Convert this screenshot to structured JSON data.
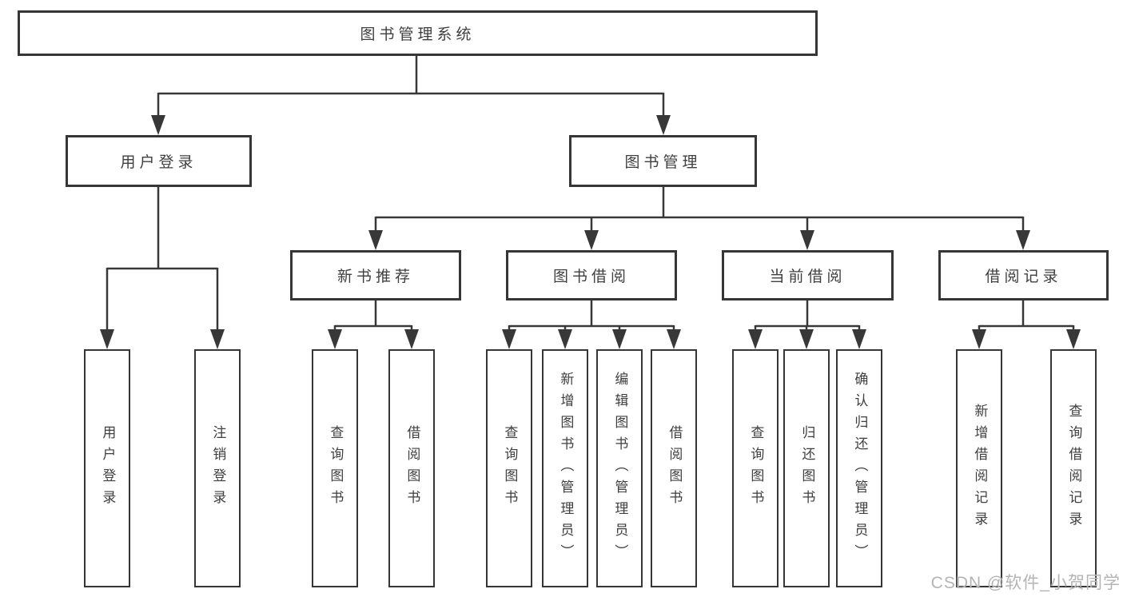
{
  "diagram": {
    "root": {
      "label": "图书管理系统",
      "children": [
        {
          "label": "用户登录",
          "children": [
            {
              "label": "用户登录"
            },
            {
              "label": "注销登录"
            }
          ]
        },
        {
          "label": "图书管理",
          "children": [
            {
              "label": "新书推荐",
              "children": [
                {
                  "label": "查询图书"
                },
                {
                  "label": "借阅图书"
                }
              ]
            },
            {
              "label": "图书借阅",
              "children": [
                {
                  "label": "查询图书"
                },
                {
                  "label": "新增图书（管理员）"
                },
                {
                  "label": "编辑图书（管理员）"
                },
                {
                  "label": "借阅图书"
                }
              ]
            },
            {
              "label": "当前借阅",
              "children": [
                {
                  "label": "查询图书"
                },
                {
                  "label": "归还图书"
                },
                {
                  "label": "确认归还（管理员）"
                }
              ]
            },
            {
              "label": "借阅记录",
              "children": [
                {
                  "label": "新增借阅记录"
                },
                {
                  "label": "查询借阅记录"
                }
              ]
            }
          ]
        }
      ]
    },
    "colors": {
      "line": "#383838",
      "box_border": "#363636",
      "text": "#3f3f3f",
      "watermark": "#b4b4b4",
      "background": "#ffffff"
    }
  },
  "watermark": {
    "text": "CSDN @软件_小贺同学"
  }
}
